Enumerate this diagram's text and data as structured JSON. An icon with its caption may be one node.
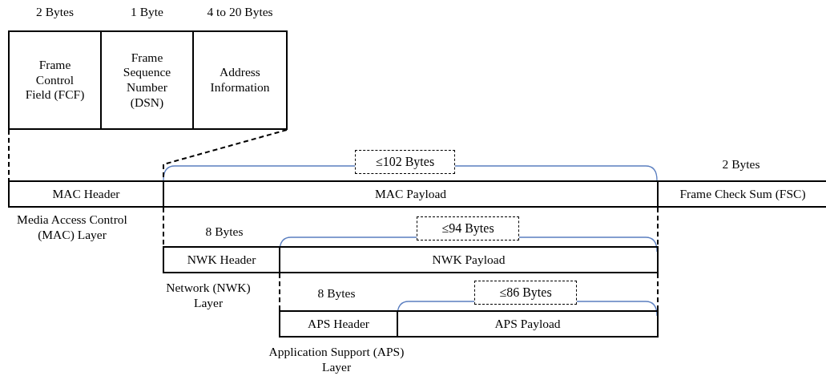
{
  "diagram": {
    "nodes": [
      {
        "text": [
          "Frame Control Field (FCF)"
        ]
      },
      {
        "text": [
          "Frame Sequence Number (DSN)"
        ]
      },
      {
        "text": [
          "Address Information"
        ]
      },
      {
        "text": [
          "≤102 Bytes"
        ]
      },
      {
        "text": [
          "MAC Header"
        ]
      },
      {
        "text": [
          "MAC Payload"
        ]
      },
      {
        "text": [
          "Frame Check Sum (FSC)"
        ]
      },
      {
        "text": [
          "≤94 Bytes"
        ]
      },
      {
        "text": [
          "NWK Header"
        ]
      },
      {
        "text": [
          "NWK Payload"
        ]
      },
      {
        "text": [
          "≤86 Bytes"
        ]
      },
      {
        "text": [
          "APS Header"
        ]
      },
      {
        "text": [
          "APS Payload"
        ]
      }
    ],
    "edges": [
      {
        "from": 0,
        "to": 4,
        "arrow": "none",
        "style": "dashed"
      },
      {
        "from": 2,
        "to": 5,
        "arrow": "none",
        "style": "dashed"
      },
      {
        "from": 5,
        "to": 8,
        "arrow": "none",
        "style": "dashed"
      },
      {
        "from": 5,
        "to": 9,
        "arrow": "none",
        "style": "dashed"
      },
      {
        "from": 9,
        "to": 11,
        "arrow": "none",
        "style": "dashed"
      },
      {
        "from": 9,
        "to": 12,
        "arrow": "none",
        "style": "dashed"
      }
    ],
    "labels": [
      "2 Bytes",
      "1 Byte",
      "4 to 20 Bytes",
      "2 Bytes",
      "Media Access Control (MAC) Layer",
      "8 Bytes",
      "Network (NWK) Layer",
      "8 Bytes",
      "Application Support (APS) Layer"
    ]
  }
}
